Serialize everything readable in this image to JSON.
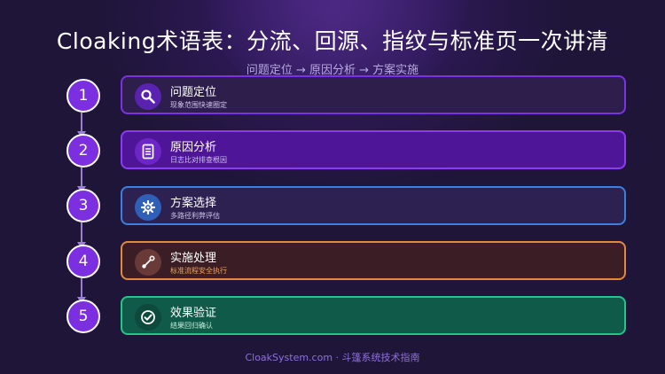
{
  "title": "Cloaking术语表：分流、回源、指纹与标准页一次讲清",
  "subtitle": "问题定位 → 原因分析 → 方案实施",
  "steps": [
    {
      "number": "1",
      "label": "问题定位",
      "desc": "现象范围快速圈定",
      "icon": "search-icon",
      "color": "#7a32e6"
    },
    {
      "number": "2",
      "label": "原因分析",
      "desc": "日志比对排查根因",
      "icon": "document-icon",
      "color": "#8c3cf0"
    },
    {
      "number": "3",
      "label": "方案选择",
      "desc": "多路径利弊评估",
      "icon": "gear-icon",
      "color": "#3d7fe0"
    },
    {
      "number": "4",
      "label": "实施处理",
      "desc": "标准流程安全执行",
      "icon": "route-icon",
      "color": "#e08a3a"
    },
    {
      "number": "5",
      "label": "效果验证",
      "desc": "结果回归确认",
      "icon": "check-circle-icon",
      "color": "#25c48a"
    }
  ],
  "footer": "CloakSystem.com · 斗篷系统技术指南"
}
